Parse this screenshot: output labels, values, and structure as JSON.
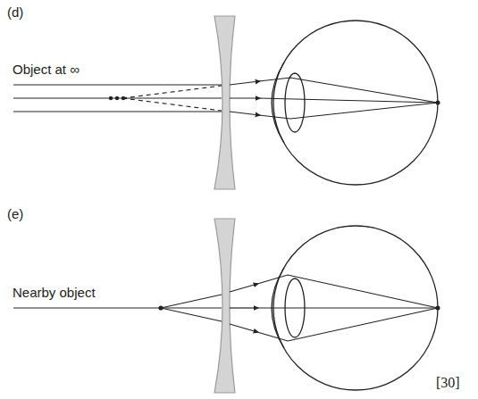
{
  "diagram": {
    "labels": [
      "(d)",
      "Object at ∞",
      "(e)",
      "Nearby object",
      "[30]"
    ]
  }
}
